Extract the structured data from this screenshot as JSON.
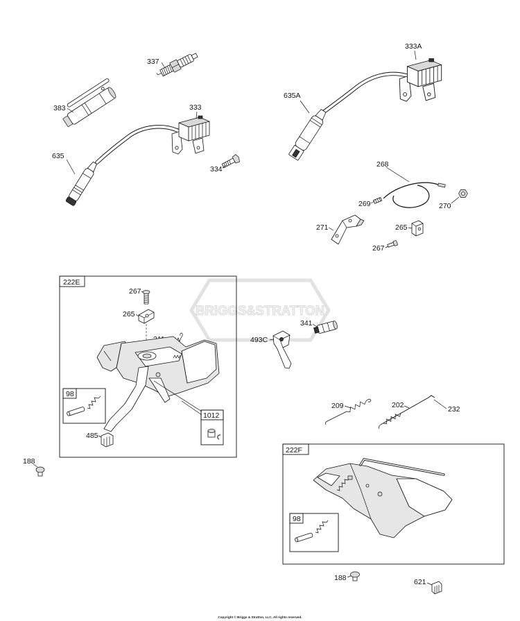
{
  "watermark_logo": "BRIGGS&STRATTON",
  "upper_left": {
    "spark_plug": "337",
    "tool": "383",
    "armature": "333",
    "boot": "635",
    "bolt": "334"
  },
  "upper_right": {
    "armature": "333A",
    "boot": "635A",
    "cable": "268",
    "fitting": "269",
    "nut": "270",
    "bracket": "271",
    "clip": "265",
    "screw": "267"
  },
  "kit_222E": {
    "title": "222E",
    "screw": "267",
    "clip": "265",
    "spring": "211",
    "inset_a_title": "98",
    "inset_b_title": "1012",
    "part": "485"
  },
  "middle": {
    "part_341": "341",
    "part_493C": "493C",
    "screw_188": "188",
    "spring_209": "209",
    "link_202": "202",
    "part_232": "232"
  },
  "kit_222F": {
    "title": "222F",
    "inset_title": "98"
  },
  "bottom": {
    "screw_188": "188",
    "clip_621": "621"
  },
  "footer": {
    "copyright": "Copyright © Briggs & Stratton, LLC. All rights reserved."
  }
}
